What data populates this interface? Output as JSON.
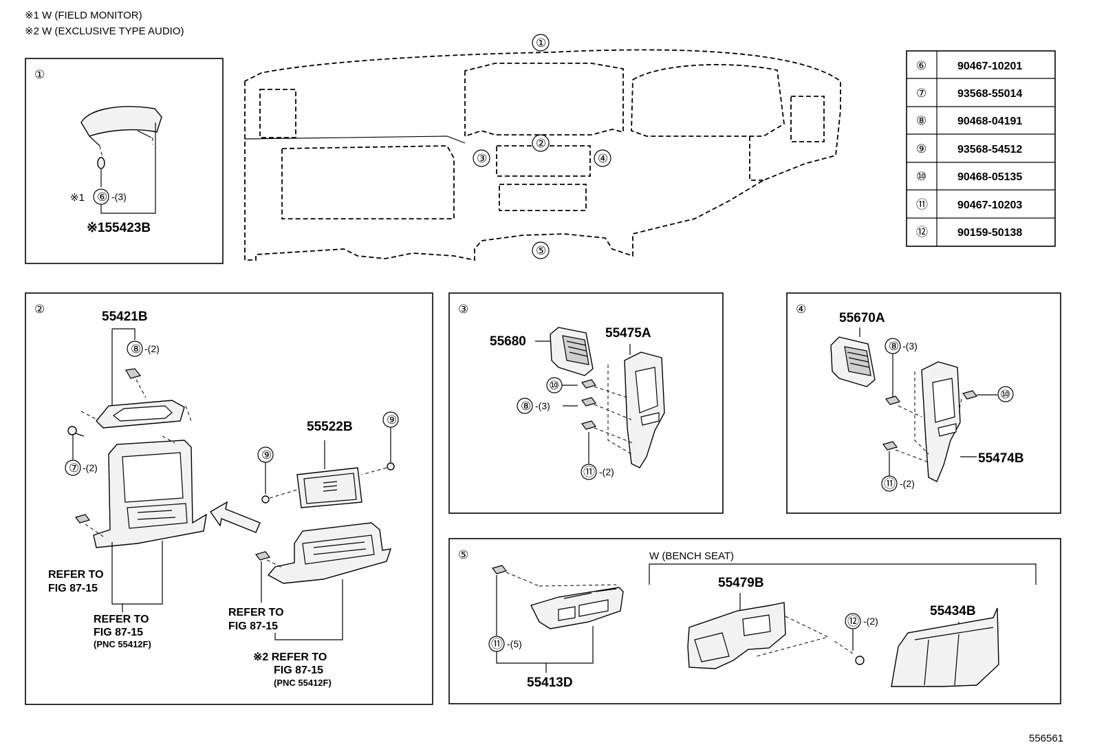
{
  "notes": {
    "n1": "※1 W (FIELD MONITOR)",
    "n2": "※2 W (EXCLUSIVE TYPE AUDIO)"
  },
  "figure_id": "556561",
  "callouts": [
    "①",
    "②",
    "③",
    "④",
    "⑤",
    "⑥",
    "⑦",
    "⑧",
    "⑨",
    "⑩",
    "⑪",
    "⑫"
  ],
  "legend_table": [
    {
      "ref": "⑥",
      "part": "90467-10201"
    },
    {
      "ref": "⑦",
      "part": "93568-55014"
    },
    {
      "ref": "⑧",
      "part": "90468-04191"
    },
    {
      "ref": "⑨",
      "part": "93568-54512"
    },
    {
      "ref": "⑩",
      "part": "90468-05135"
    },
    {
      "ref": "⑪",
      "part": "90467-10203"
    },
    {
      "ref": "⑫",
      "part": "90159-50138"
    }
  ],
  "panel1": {
    "callout": "①",
    "mark": "※1",
    "qty": "-(3)",
    "part": "※155423B"
  },
  "panel2": {
    "callout": "②",
    "parts": {
      "top": "55421B",
      "audio": "55522B"
    },
    "qty2": "-(2)",
    "refer1": [
      "REFER TO",
      "FIG 87-15"
    ],
    "refer2": [
      "REFER TO",
      "FIG 87-15",
      "(PNC 55412F)"
    ],
    "refer3": [
      "REFER TO",
      "FIG 87-15"
    ],
    "refer4": [
      "※2 REFER TO",
      "FIG 87-15",
      "(PNC 55412F)"
    ]
  },
  "panel3": {
    "callout": "③",
    "parts": {
      "vent": "55680",
      "panel": "55475A"
    },
    "qty3": "-(3)",
    "qty2": "-(2)"
  },
  "panel4": {
    "callout": "④",
    "parts": {
      "vent": "55670A",
      "panel": "55474B"
    },
    "qty3": "-(3)",
    "qty2": "-(2)"
  },
  "panel5": {
    "callout": "⑤",
    "bench_seat": "W (BENCH SEAT)",
    "parts": {
      "lower": "55413D",
      "box": "55479B",
      "cover": "55434B"
    },
    "qty5": "-(5)",
    "qty2": "-(2)"
  }
}
